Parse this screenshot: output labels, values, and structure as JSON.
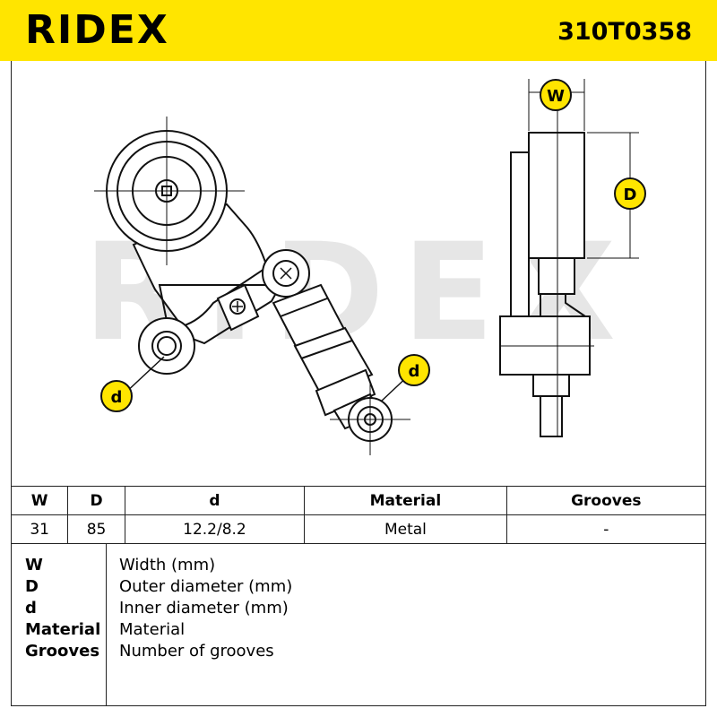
{
  "header": {
    "brand": "RIDEX",
    "part_number": "310T0358",
    "color": "#FFE500"
  },
  "drawing": {
    "watermark": "RIDEX",
    "dimension_labels": {
      "width": "W",
      "outer_diameter": "D",
      "inner_diameter": "d"
    }
  },
  "specs": {
    "headers": [
      "W",
      "D",
      "d",
      "Material",
      "Grooves"
    ],
    "values": [
      "31",
      "85",
      "12.2/8.2",
      "Metal",
      "-"
    ]
  },
  "legend": [
    {
      "key": "W",
      "value": "Width (mm)"
    },
    {
      "key": "D",
      "value": "Outer diameter (mm)"
    },
    {
      "key": "d",
      "value": "Inner diameter (mm)"
    },
    {
      "key": "Material",
      "value": "Material"
    },
    {
      "key": "Grooves",
      "value": "Number of grooves"
    }
  ]
}
